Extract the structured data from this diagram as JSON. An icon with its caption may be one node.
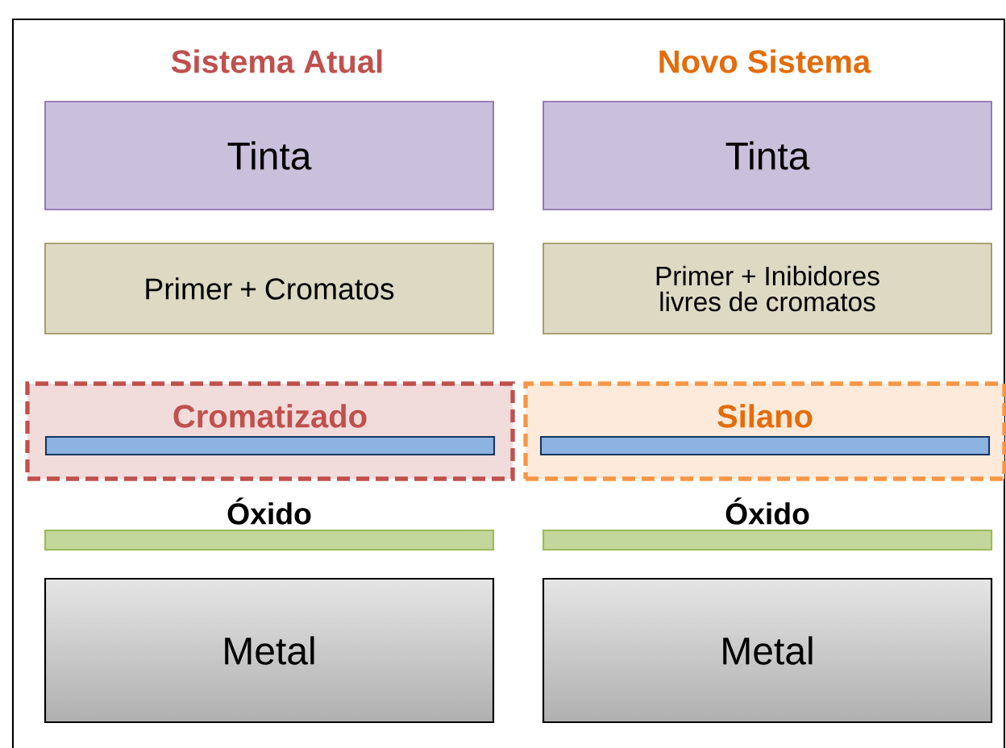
{
  "diagram": {
    "nodes": [
      {
        "text": [
          "Tinta"
        ]
      },
      {
        "text": [
          "Tinta"
        ]
      },
      {
        "text": [
          "Primer + Cromatos"
        ]
      },
      {
        "text": [
          "Primer + Inibidores livres de cromatos"
        ]
      },
      {
        "text": [
          "Cromatizado"
        ]
      },
      {
        "text": [],
        "shape": "bar",
        "in": 4
      },
      {
        "text": [
          "Silano"
        ]
      },
      {
        "text": [],
        "shape": "bar",
        "in": 6
      },
      {
        "text": [
          "Óxido"
        ]
      },
      {
        "text": [
          "Óxido"
        ]
      },
      {
        "text": [
          "Metal"
        ]
      },
      {
        "text": [
          "Metal"
        ]
      }
    ],
    "labels": [
      "Sistema Atual",
      "Novo Sistema"
    ]
  }
}
